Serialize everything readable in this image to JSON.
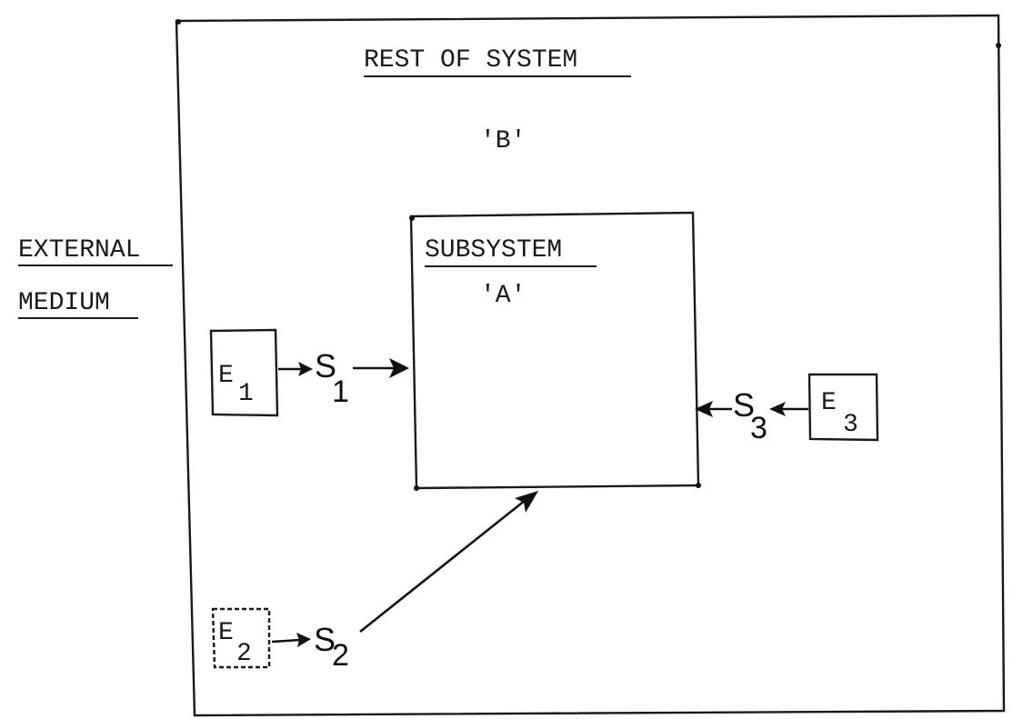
{
  "labels": {
    "rest_of_system": "REST OF SYSTEM",
    "b_tag": "'B'",
    "external": "EXTERNAL",
    "medium": "MEDIUM",
    "subsystem": "SUBSYSTEM",
    "a_tag": "'A'"
  },
  "boxes": [
    {
      "letter": "E",
      "index": "1"
    },
    {
      "letter": "E",
      "index": "2"
    },
    {
      "letter": "E",
      "index": "3"
    }
  ],
  "signals": [
    {
      "letter": "S",
      "index": "1"
    },
    {
      "letter": "S",
      "index": "2"
    },
    {
      "letter": "S",
      "index": "3"
    }
  ]
}
